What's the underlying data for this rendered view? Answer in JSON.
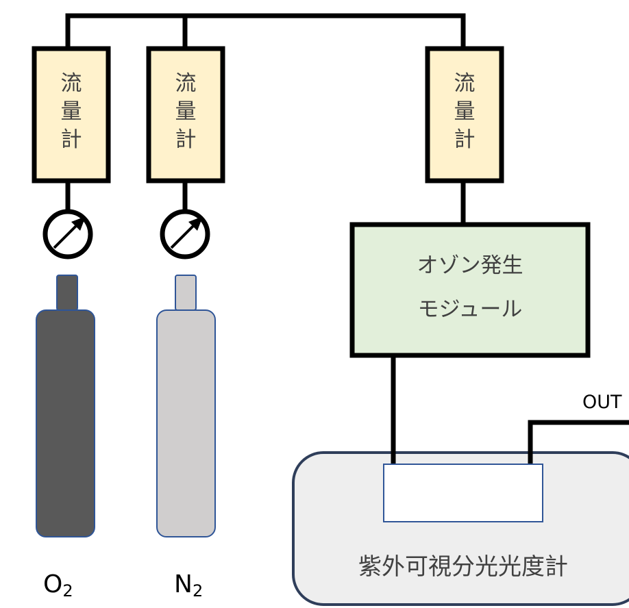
{
  "flowmeters": [
    {
      "label_chars": [
        "流",
        "量",
        "計"
      ]
    },
    {
      "label_chars": [
        "流",
        "量",
        "計"
      ]
    },
    {
      "label_chars": [
        "流",
        "量",
        "計"
      ]
    }
  ],
  "ozone_module": {
    "line1": "オゾン発生",
    "line2": "モジュール"
  },
  "cylinders": [
    {
      "gas": "O",
      "subscript": "2",
      "body_color": "#595959",
      "valve_color": "#595959"
    },
    {
      "gas": "N",
      "subscript": "2",
      "body_color": "#d0cece",
      "valve_color": "#d0cece"
    }
  ],
  "spectrometer": {
    "label": "紫外可視分光光度計"
  },
  "outlet": {
    "label": "OUT"
  },
  "colors": {
    "flowmeter_fill": "#fff2cc",
    "module_fill": "#e2efda",
    "spectrometer_fill": "#eeeeee",
    "line": "#000000"
  }
}
